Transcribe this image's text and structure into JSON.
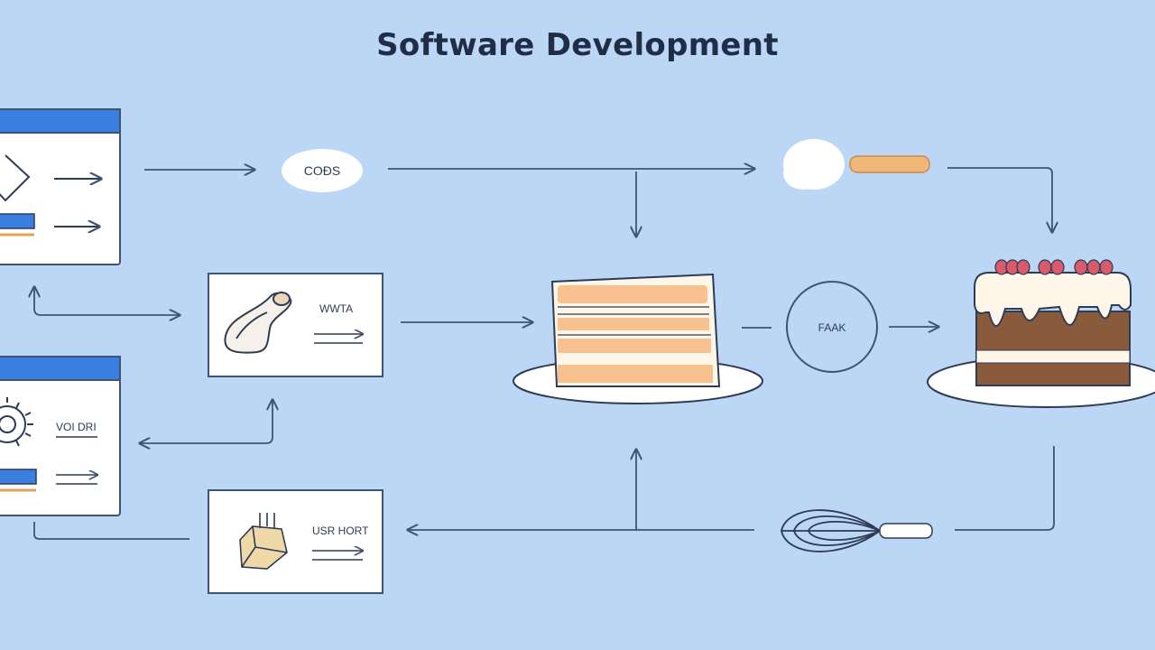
{
  "title": "Software Development",
  "labels": {
    "code_bubble": "COĐS",
    "card_middle": "WWTA",
    "card_bottom": "USR HORT",
    "circle": "FAAK",
    "left_card_bottom": "VOI DRI"
  },
  "colors": {
    "background": "#bcd6f6",
    "line": "#3f5470",
    "window_bar": "#3a7fe0",
    "card_fill": "#ffffff",
    "sponge": "#f7c28f",
    "cream": "#fff6ea",
    "chocolate": "#8a5a3c",
    "berry": "#d95a6a",
    "handle": "#f0b878"
  },
  "icons": [
    "window-icon",
    "diamond-icon",
    "gear-icon",
    "code-bubble-icon",
    "spoon-icon",
    "piping-bag-icon",
    "butter-icon",
    "layer-cake-icon",
    "frosted-cake-icon",
    "whisk-icon"
  ]
}
